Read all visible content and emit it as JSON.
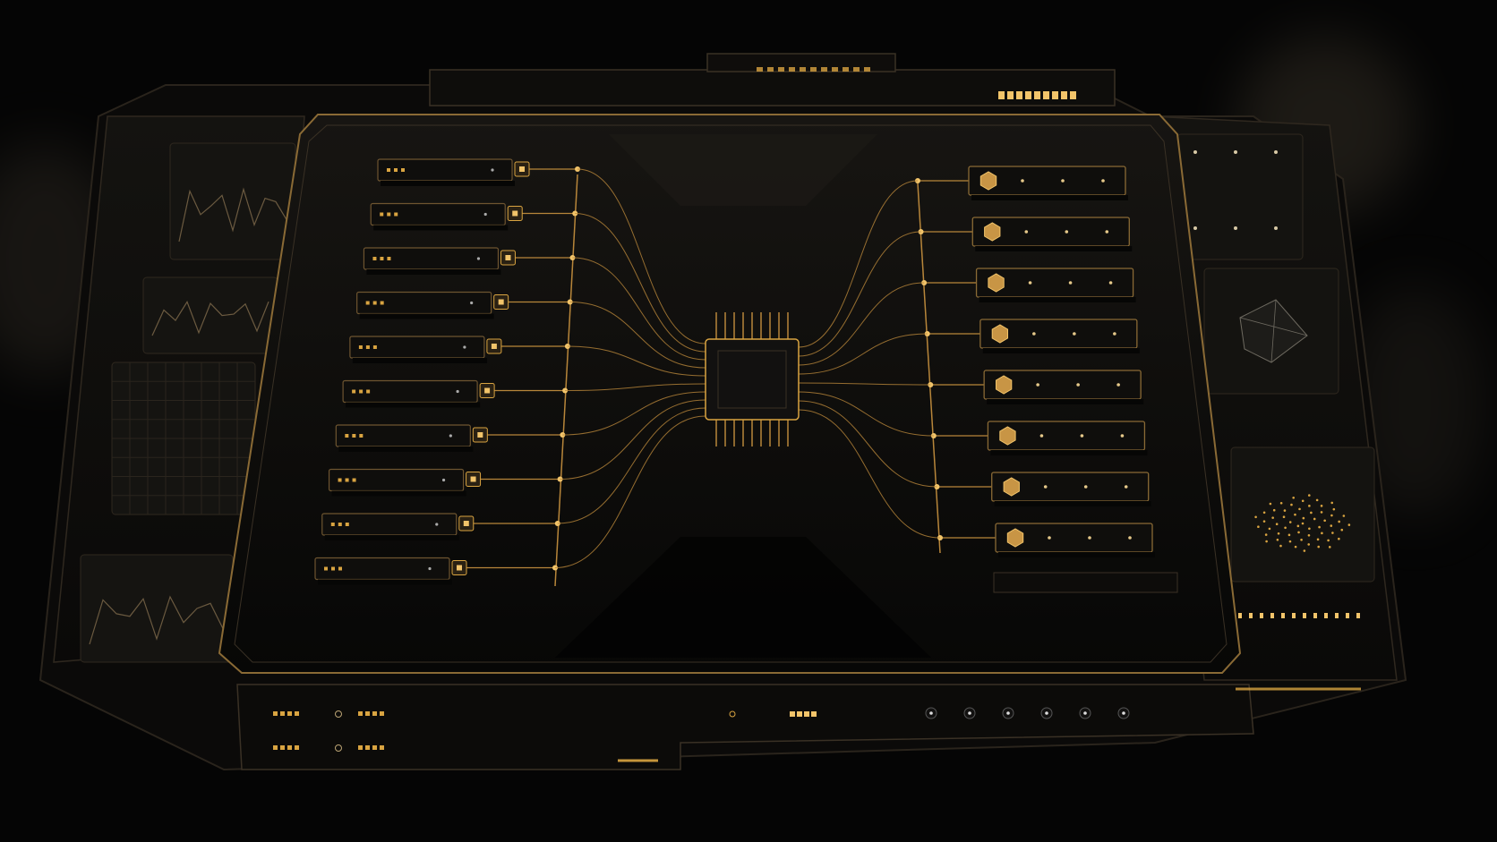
{
  "theme": {
    "background": "#050505",
    "panel_fill": "#0d0c0a",
    "panel_edge": "#3a3125",
    "accent_gold": "#d9a441",
    "accent_gold_bright": "#f2c46a",
    "wire_gold": "#b8863a"
  },
  "scene": {
    "left_modules": [
      {
        "icon": "cube-icon",
        "dots": 3
      },
      {
        "icon": "cube-icon",
        "dots": 3
      },
      {
        "icon": "cube-icon",
        "dots": 3
      },
      {
        "icon": "cube-icon",
        "dots": 3
      },
      {
        "icon": "cube-icon",
        "dots": 3
      },
      {
        "icon": "cube-icon",
        "dots": 3
      },
      {
        "icon": "cube-icon",
        "dots": 3
      },
      {
        "icon": "cube-icon",
        "dots": 3
      },
      {
        "icon": "cube-icon",
        "dots": 3
      },
      {
        "icon": "cube-icon",
        "dots": 3
      }
    ],
    "right_modules": [
      {
        "icon": "hexagon-cube-icon",
        "dots": 3
      },
      {
        "icon": "hexagon-cube-icon",
        "dots": 3
      },
      {
        "icon": "hexagon-cube-icon",
        "dots": 3
      },
      {
        "icon": "hexagon-cube-icon",
        "dots": 3
      },
      {
        "icon": "hexagon-cube-icon",
        "dots": 3
      },
      {
        "icon": "hexagon-cube-icon",
        "dots": 3
      },
      {
        "icon": "hexagon-cube-icon",
        "dots": 3
      },
      {
        "icon": "hexagon-cube-icon",
        "dots": 3
      }
    ],
    "center": {
      "icon": "processor-chip-icon"
    },
    "left_side_panels": [
      "sparkline-chart-icon",
      "line-chart-icon",
      "grid-icon",
      "peak-chart-icon"
    ],
    "right_side_panels": [
      "dots-icon",
      "polyhedron-mesh-icon",
      "particle-network-icon"
    ],
    "bottom_controls": [
      "knob-icon",
      "knob-icon",
      "knob-icon",
      "knob-icon",
      "knob-icon",
      "knob-icon"
    ]
  }
}
